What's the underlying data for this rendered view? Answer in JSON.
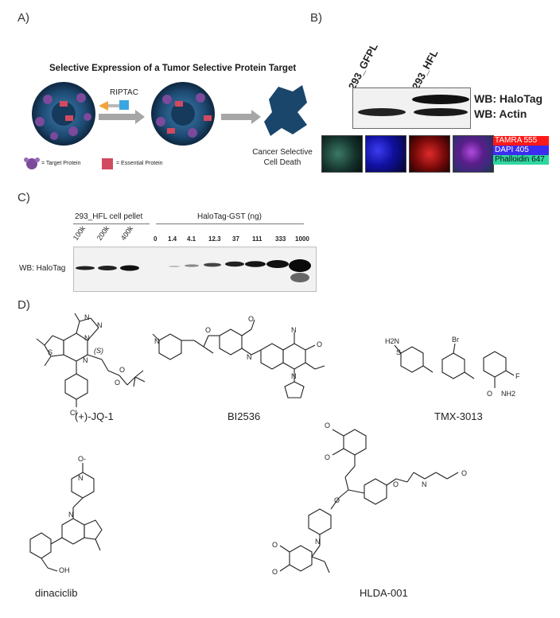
{
  "panels": {
    "a": "A)",
    "b": "B)",
    "c": "C)",
    "d": "D)"
  },
  "panel_a": {
    "title": "Selective Expression of a Tumor Selective Protein Target",
    "riptac_label": "RIPTAC",
    "outcome_label_line1": "Cancer Selective",
    "outcome_label_line2": "Cell Death",
    "legend_target": "= Target Protein",
    "legend_essential": "= Essential Protein"
  },
  "panel_b": {
    "lanes": [
      "293_GFPL",
      "293_HFL"
    ],
    "band_labels": [
      "WB: HaloTag",
      "WB: Actin"
    ],
    "stains": [
      {
        "label": "TAMRA 555",
        "color": "#ff1a1a"
      },
      {
        "label": "DAPI  405",
        "color": "#3b2cf0"
      },
      {
        "label": "Phalloidin 647",
        "color": "#2fd7a0"
      }
    ]
  },
  "panel_c": {
    "group_left": "293_HFL cell pellet",
    "group_right": "HaloTag-GST (ng)",
    "left_lanes": [
      "100k",
      "200k",
      "400k"
    ],
    "right_lanes": [
      "0",
      "1.4",
      "4.1",
      "12.3",
      "37",
      "111",
      "333",
      "1000"
    ],
    "blot_label": "WB: HaloTag"
  },
  "panel_d": {
    "compounds": [
      "(+)-JQ-1",
      "BI2536",
      "TMX-3013",
      "dinaciclib",
      "HLDA-001"
    ],
    "atoms": {
      "s": "S",
      "n": "N",
      "o": "O",
      "cl": "Cl",
      "br": "Br",
      "f": "F",
      "h2n": "H2N",
      "nh2": "NH2",
      "h": "H",
      "oh": "OH",
      "stereo": "(S)",
      "nminus": "N",
      "ominus": "O-"
    }
  }
}
